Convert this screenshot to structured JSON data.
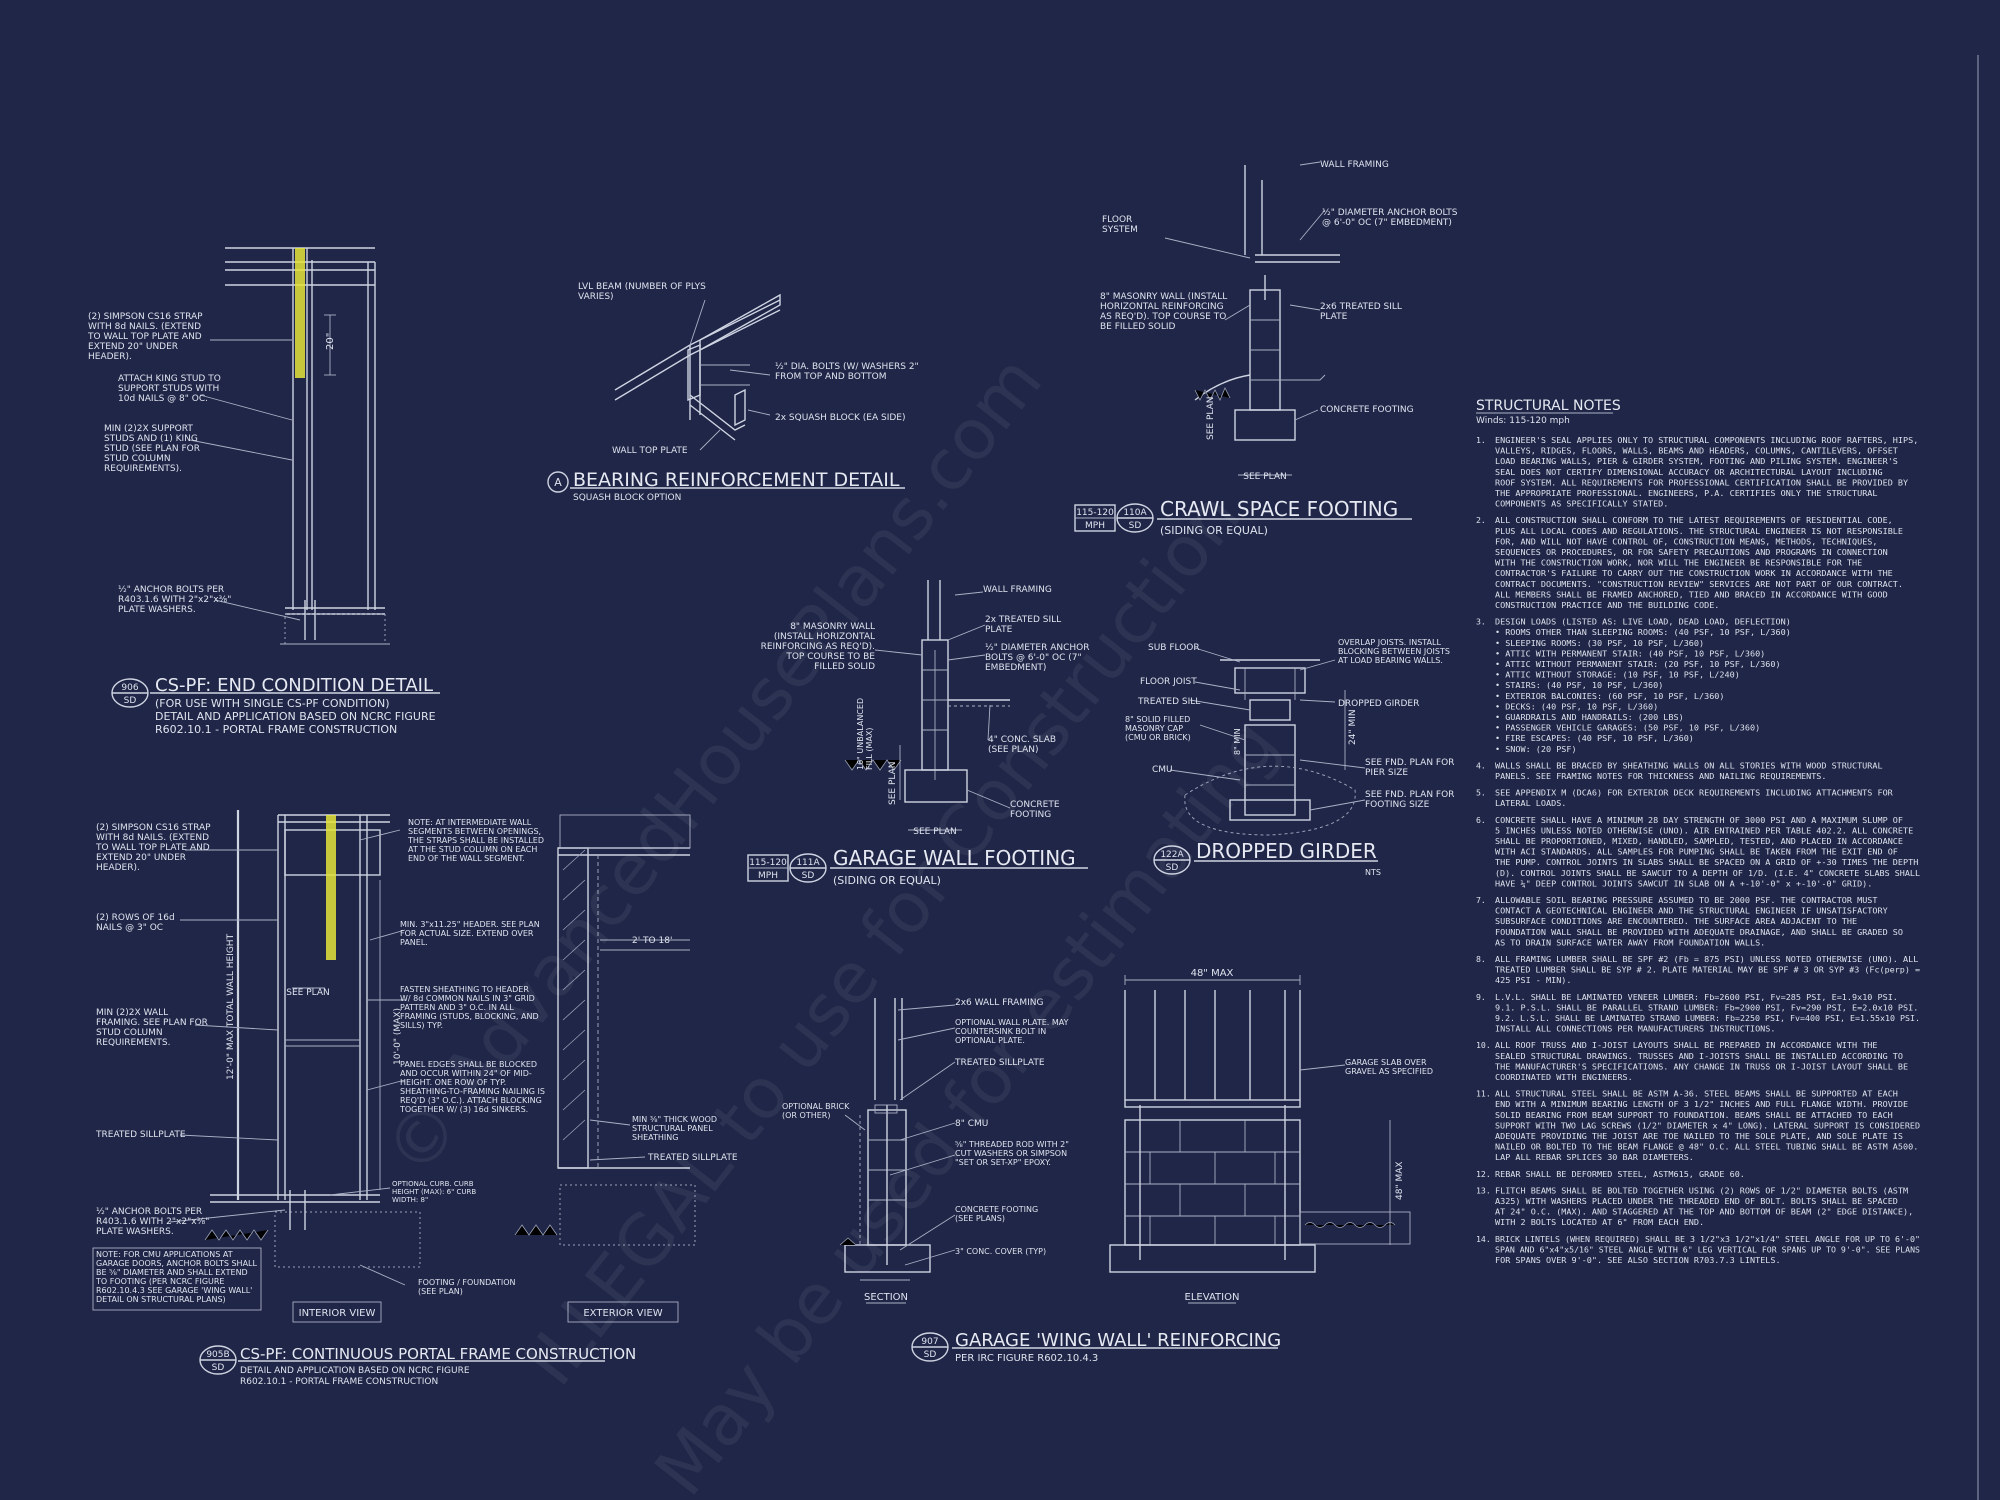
{
  "watermarks": [
    "© AdvancedHousePlans.com",
    "ILLEGAL to use for Construction",
    "May be used for estimating"
  ],
  "colors": {
    "background": "#1f2647",
    "linework": "#cfd4e2",
    "highlight_strap": "#e5e53a"
  },
  "detail_a": {
    "title": "BEARING REINFORCEMENT DETAIL",
    "subtitle": "SQUASH BLOCK OPTION",
    "tag": "A",
    "labels": {
      "lvl": "LVL BEAM (NUMBER OF PLYS VARIES)",
      "bolts": "½\" DIA. BOLTS (W/ WASHERS 2\" FROM TOP AND BOTTOM",
      "squash": "2x SQUASH BLOCK (EA SIDE)",
      "plate": "WALL TOP PLATE"
    }
  },
  "detail_906": {
    "tag_top": "906",
    "tag_bottom": "SD",
    "title": "CS-PF: END CONDITION DETAIL",
    "sub1": "(FOR USE WITH SINGLE CS-PF CONDITION)",
    "sub2": "DETAIL AND APPLICATION BASED ON NCRC FIGURE",
    "sub3": "R602.10.1 - PORTAL FRAME CONSTRUCTION",
    "labels": {
      "strap": "(2) SIMPSON CS16 STRAP WITH 8d NAILS. (EXTEND TO WALL TOP PLATE AND EXTEND 20\" UNDER HEADER).",
      "king": "ATTACH KING STUD TO SUPPORT STUDS WITH 10d NAILS @ 8\" OC.",
      "support": "MIN (2)2X SUPPORT STUDS AND (1) KING STUD (SEE PLAN FOR STUD COLUMN REQUIREMENTS).",
      "anchor": "½\" ANCHOR BOLTS PER R403.1.6 WITH 2\"x2\"x⅜\" PLATE WASHERS.",
      "dim": "20\""
    }
  },
  "detail_110a": {
    "mph": "115-120",
    "mph_unit": "MPH",
    "tag_top": "110A",
    "tag_bottom": "SD",
    "title": "CRAWL SPACE FOOTING",
    "subtitle": "(SIDING OR EQUAL)",
    "labels": {
      "framing": "WALL FRAMING",
      "floor": "FLOOR SYSTEM",
      "anchor": "½\" DIAMETER ANCHOR BOLTS @ 6'-0\" OC (7\" EMBEDMENT)",
      "masonry": "8\" MASONRY WALL (INSTALL HORIZONTAL REINFORCING AS REQ'D). TOP COURSE TO BE FILLED SOLID",
      "sill": "2x6 TREATED SILL PLATE",
      "footing": "CONCRETE FOOTING",
      "see_plan": "SEE PLAN",
      "see_plan_v": "SEE PLAN"
    }
  },
  "detail_111a": {
    "mph": "115-120",
    "mph_unit": "MPH",
    "tag_top": "111A",
    "tag_bottom": "SD",
    "title": "GARAGE WALL FOOTING",
    "subtitle": "(SIDING OR EQUAL)",
    "labels": {
      "framing": "WALL FRAMING",
      "masonry": "8\" MASONRY WALL (INSTALL HORIZONTAL REINFORCING AS REQ'D). TOP COURSE TO BE FILLED SOLID",
      "sill": "2x TREATED SILL PLATE",
      "anchor": "½\" DIAMETER ANCHOR BOLTS @ 6'-0\" OC (7\" EMBEDMENT)",
      "slab": "4\" CONC. SLAB (SEE PLAN)",
      "footing": "CONCRETE FOOTING",
      "unbalanced": "16\" UNBALANCED FILL (MAX)",
      "see_plan": "SEE PLAN"
    }
  },
  "detail_122a": {
    "tag_top": "122A",
    "tag_bottom": "SD",
    "title": "DROPPED GIRDER",
    "nts": "NTS",
    "labels": {
      "sub_floor": "SUB FLOOR",
      "joist": "FLOOR JOIST",
      "sill": "TREATED SILL",
      "solid": "8\" SOLID FILLED MASONRY CAP (CMU OR BRICK)",
      "cmu": "CMU",
      "overlap": "OVERLAP JOISTS. INSTALL BLOCKING BETWEEN JOISTS AT LOAD BEARING WALLS.",
      "dropped": "DROPPED GIRDER",
      "pier": "SEE FND. PLAN FOR PIER SIZE",
      "footing": "SEE FND. PLAN FOR FOOTING SIZE",
      "min": "24\" MIN",
      "max": "8\" MIN"
    }
  },
  "detail_905b": {
    "tag_top": "905B",
    "tag_bottom": "SD",
    "title": "CS-PF: CONTINUOUS PORTAL FRAME CONSTRUCTION",
    "sub1": "DETAIL AND APPLICATION BASED ON NCRC FIGURE",
    "sub2": "R602.10.1 - PORTAL FRAME CONSTRUCTION",
    "interior": "INTERIOR VIEW",
    "exterior": "EXTERIOR VIEW",
    "labels": {
      "strap": "(2) SIMPSON CS16 STRAP WITH 8d NAILS. (EXTEND TO WALL TOP PLATE AND EXTEND 20\" UNDER HEADER).",
      "rows": "(2) ROWS OF 16d NAILS @ 3\" OC",
      "framing": "MIN (2)2X WALL FRAMING. SEE PLAN FOR STUD COLUMN REQUIREMENTS.",
      "sillplate": "TREATED SILLPLATE",
      "anchor": "½\" ANCHOR BOLTS PER R403.1.6 WITH 2\"x2\"x⅜\" PLATE WASHERS.",
      "note_cmu": "NOTE: FOR CMU APPLICATIONS AT GARAGE DOORS, ANCHOR BOLTS SHALL BE ⅝\" DIAMETER AND SHALL EXTEND TO FOOTING (PER NCRC FIGURE R602.10.4.3 SEE GARAGE 'WING WALL' DETAIL ON STRUCTURAL PLANS)",
      "note_int": "NOTE: AT INTERMEDIATE WALL SEGMENTS BETWEEN OPENINGS, THE STRAPS SHALL BE INSTALLED AT THE STUD COLUMN ON EACH END OF THE WALL SEGMENT.",
      "header": "MIN. 3\"x11.25\" HEADER. SEE PLAN FOR ACTUAL SIZE. EXTEND OVER PANEL.",
      "fasten": "FASTEN SHEATHING TO HEADER W/ 8d COMMON NAILS IN 3\" GRID PATTERN AND 3\" O.C. IN ALL FRAMING (STUDS, BLOCKING, AND SILLS) TYP.",
      "panel": "PANEL EDGES SHALL BE BLOCKED AND OCCUR WITHIN 24\" OF MID-HEIGHT. ONE ROW OF TYP. SHEATHING-TO-FRAMING NAILING IS REQ'D (3\" O.C.). ATTACH BLOCKING TOGETHER W/ (3) 16d SINKERS.",
      "curb": "OPTIONAL CURB. CURB HEIGHT (MAX): 6\" CURB WIDTH: 8\"",
      "footing": "FOOTING / FOUNDATION (SEE PLAN)",
      "wood": "MIN ⅜\" THICK WOOD STRUCTURAL PANEL SHEATHING",
      "treated": "TREATED SILLPLATE",
      "dim_range": "2' TO 18'",
      "height": "12'-0\" MAX TOTAL WALL HEIGHT",
      "tenft": "10'-0\" (MAX)",
      "see_plan": "SEE PLAN"
    }
  },
  "detail_907": {
    "tag_top": "907",
    "tag_bottom": "SD",
    "title": "GARAGE 'WING WALL' REINFORCING",
    "subtitle": "PER IRC FIGURE R602.10.4.3",
    "section": "SECTION",
    "elevation": "ELEVATION",
    "labels": {
      "wall": "2x6 WALL FRAMING",
      "plate": "OPTIONAL WALL PLATE. MAY COUNTERSINK BOLT IN OPTIONAL PLATE.",
      "sill": "TREATED SILLPLATE",
      "brick": "OPTIONAL BRICK (OR OTHER)",
      "cmu": "8\" CMU",
      "rod": "⅝\" THREADED ROD WITH 2\" CUT WASHERS OR SIMPSON \"SET OR SET-XP\" EPOXY.",
      "footing": "CONCRETE FOOTING (SEE PLANS)",
      "cover": "3\" CONC. COVER (TYP)",
      "max48": "48\" MAX",
      "max48v": "48\" MAX",
      "slab": "GARAGE SLAB OVER GRAVEL AS SPECIFIED"
    }
  },
  "structural_notes": {
    "title": "STRUCTURAL NOTES",
    "wind": "Winds: 115-120 mph",
    "items": [
      [
        "1.",
        "ENGINEER'S SEAL APPLIES ONLY TO STRUCTURAL COMPONENTS INCLUDING ROOF RAFTERS, HIPS,",
        "VALLEYS, RIDGES, FLOORS, WALLS, BEAMS AND HEADERS, COLUMNS, CANTILEVERS, OFFSET",
        "LOAD BEARING WALLS, PIER & GIRDER SYSTEM, FOOTING AND PILING SYSTEM. ENGINEER'S",
        "SEAL DOES NOT CERTIFY DIMENSIONAL ACCURACY OR ARCHITECTURAL LAYOUT INCLUDING",
        "ROOF SYSTEM. ALL REQUIREMENTS FOR PROFESSIONAL CERTIFICATION SHALL BE PROVIDED BY",
        "THE APPROPRIATE PROFESSIONAL. ENGINEERS, P.A. CERTIFIES ONLY THE STRUCTURAL",
        "COMPONENTS AS SPECIFICALLY STATED."
      ],
      [
        "2.",
        "ALL CONSTRUCTION SHALL CONFORM TO THE LATEST REQUIREMENTS OF RESIDENTIAL CODE,",
        "PLUS ALL LOCAL CODES AND REGULATIONS. THE STRUCTURAL ENGINEER IS NOT RESPONSIBLE",
        "FOR, AND WILL NOT HAVE CONTROL OF, CONSTRUCTION MEANS, METHODS, TECHNIQUES,",
        "SEQUENCES OR PROCEDURES, OR FOR SAFETY PRECAUTIONS AND PROGRAMS IN CONNECTION",
        "WITH THE CONSTRUCTION WORK, NOR WILL THE ENGINEER BE RESPONSIBLE FOR THE",
        "CONTRACTOR'S FAILURE TO CARRY OUT THE CONSTRUCTION WORK IN ACCORDANCE WITH THE",
        "CONTRACT DOCUMENTS. \"CONSTRUCTION REVIEW\" SERVICES ARE NOT PART OF OUR CONTRACT.",
        "ALL MEMBERS SHALL BE FRAMED ANCHORED, TIED AND BRACED IN ACCORDANCE WITH GOOD",
        "CONSTRUCTION PRACTICE AND THE BUILDING CODE."
      ],
      [
        "3.",
        "DESIGN LOADS (LISTED AS: LIVE LOAD, DEAD LOAD, DEFLECTION)",
        "• ROOMS OTHER THAN SLEEPING ROOMS: (40 PSF, 10 PSF, L/360)",
        "• SLEEPING ROOMS: (30 PSF, 10 PSF, L/360)",
        "• ATTIC WITH PERMANENT STAIR: (40 PSF, 10 PSF, L/360)",
        "• ATTIC WITHOUT PERMANENT STAIR: (20 PSF, 10 PSF, L/360)",
        "• ATTIC WITHOUT STORAGE: (10 PSF, 10 PSF, L/240)",
        "• STAIRS: (40 PSF, 10 PSF, L/360)",
        "• EXTERIOR BALCONIES: (60 PSF, 10 PSF, L/360)",
        "• DECKS: (40 PSF, 10 PSF, L/360)",
        "• GUARDRAILS AND HANDRAILS: (200 LBS)",
        "• PASSENGER VEHICLE GARAGES: (50 PSF, 10 PSF, L/360)",
        "• FIRE ESCAPES: (40 PSF, 10 PSF, L/360)",
        "• SNOW: (20 PSF)"
      ],
      [
        "4.",
        "WALLS SHALL BE BRACED BY SHEATHING WALLS ON ALL STORIES WITH WOOD STRUCTURAL",
        "PANELS. SEE FRAMING NOTES FOR THICKNESS AND NAILING REQUIREMENTS."
      ],
      [
        "5.",
        "SEE APPENDIX M (DCA6) FOR EXTERIOR DECK REQUIREMENTS INCLUDING ATTACHMENTS FOR",
        "LATERAL LOADS."
      ],
      [
        "6.",
        "CONCRETE SHALL HAVE A MINIMUM 28 DAY STRENGTH OF 3000 PSI AND A MAXIMUM SLUMP OF",
        "5 INCHES UNLESS NOTED OTHERWISE (UNO). AIR ENTRAINED PER TABLE 402.2. ALL CONCRETE",
        "SHALL BE PROPORTIONED, MIXED, HANDLED, SAMPLED, TESTED, AND PLACED IN ACCORDANCE",
        "WITH ACI STANDARDS. ALL SAMPLES FOR PUMPING SHALL BE TAKEN FROM THE EXIT END OF",
        "THE PUMP. CONTROL JOINTS IN SLABS SHALL BE SPACED ON A GRID OF +-30 TIMES THE DEPTH",
        "(D). CONTROL JOINTS SHALL BE SAWCUT TO A DEPTH OF 1/D. (I.E. 4\" CONCRETE SLABS SHALL",
        "HAVE ¼\" DEEP CONTROL JOINTS SAWCUT IN SLAB ON A +-10'-0\" x +-10'-0\" GRID)."
      ],
      [
        "7.",
        "ALLOWABLE SOIL BEARING PRESSURE ASSUMED TO BE 2000 PSF. THE CONTRACTOR MUST",
        "CONTACT A GEOTECHNICAL ENGINEER AND THE STRUCTURAL ENGINEER IF UNSATISFACTORY",
        "SUBSURFACE CONDITIONS ARE ENCOUNTERED. THE SURFACE AREA ADJACENT TO THE",
        "FOUNDATION WALL SHALL BE PROVIDED WITH ADEQUATE DRAINAGE, AND SHALL BE GRADED SO",
        "AS TO DRAIN SURFACE WATER AWAY FROM FOUNDATION WALLS."
      ],
      [
        "8.",
        "ALL FRAMING LUMBER SHALL BE SPF #2 (Fb = 875 PSI) UNLESS NOTED OTHERWISE (UNO). ALL",
        "TREATED LUMBER SHALL BE SYP # 2. PLATE MATERIAL MAY BE SPF # 3 OR SYP #3 (Fc(perp) =",
        "425 PSI - MIN)."
      ],
      [
        "9.",
        "L.V.L. SHALL BE LAMINATED VENEER LUMBER: Fb=2600 PSI, Fv=285 PSI, E=1.9x10 PSI.",
        "9.1. P.S.L. SHALL BE PARALLEL STRAND LUMBER: Fb=2900 PSI, Fv=290 PSI, E=2.0x10 PSI.",
        "9.2. L.S.L. SHALL BE LAMINATED STRAND LUMBER: Fb=2250 PSI, Fv=400 PSI, E=1.55x10 PSI.",
        "INSTALL ALL CONNECTIONS PER MANUFACTURERS INSTRUCTIONS."
      ],
      [
        "10.",
        "ALL ROOF TRUSS AND I-JOIST LAYOUTS SHALL BE PREPARED IN ACCORDANCE WITH THE",
        "SEALED STRUCTURAL DRAWINGS. TRUSSES AND I-JOISTS SHALL BE INSTALLED ACCORDING TO",
        "THE MANUFACTURER'S SPECIFICATIONS. ANY CHANGE IN TRUSS OR I-JOIST LAYOUT SHALL BE",
        "COORDINATED WITH ENGINEERS."
      ],
      [
        "11.",
        "ALL STRUCTURAL STEEL SHALL BE ASTM A-36. STEEL BEAMS SHALL BE SUPPORTED AT EACH",
        "END WITH A MINIMUM BEARING LENGTH OF 3 1/2\" INCHES AND FULL FLANGE WIDTH. PROVIDE",
        "SOLID BEARING FROM BEAM SUPPORT TO FOUNDATION. BEAMS SHALL BE ATTACHED TO EACH",
        "SUPPORT WITH TWO LAG SCREWS (1/2\" DIAMETER x 4\" LONG). LATERAL SUPPORT IS CONSIDERED",
        "ADEQUATE PROVIDING THE JOIST ARE TOE NAILED TO THE SOLE PLATE, AND SOLE PLATE IS",
        "NAILED OR BOLTED TO THE BEAM FLANGE @ 48\" O.C. ALL STEEL TUBING SHALL BE ASTM A500.",
        "LAP ALL REBAR SPLICES 30 BAR DIAMETERS."
      ],
      [
        "12.",
        "REBAR SHALL BE DEFORMED STEEL, ASTM615, GRADE 60."
      ],
      [
        "13.",
        "FLITCH BEAMS SHALL BE BOLTED TOGETHER USING (2) ROWS OF 1/2\" DIAMETER BOLTS (ASTM",
        "A325) WITH WASHERS PLACED UNDER THE THREADED END OF BOLT. BOLTS SHALL BE SPACED",
        "AT 24\" O.C. (MAX). AND STAGGERED AT THE TOP AND BOTTOM OF BEAM (2\" EDGE DISTANCE),",
        "WITH 2 BOLTS LOCATED AT 6\" FROM EACH END."
      ],
      [
        "14.",
        "BRICK LINTELS (WHEN REQUIRED) SHALL BE 3 1/2\"x3 1/2\"x1/4\" STEEL ANGLE FOR UP TO 6'-0\"",
        "SPAN AND 6\"x4\"x5/16\" STEEL ANGLE WITH 6\" LEG VERTICAL FOR SPANS UP TO 9'-0\". SEE PLANS",
        "FOR SPANS OVER 9'-0\". SEE ALSO SECTION R703.7.3 LINTELS."
      ]
    ]
  }
}
